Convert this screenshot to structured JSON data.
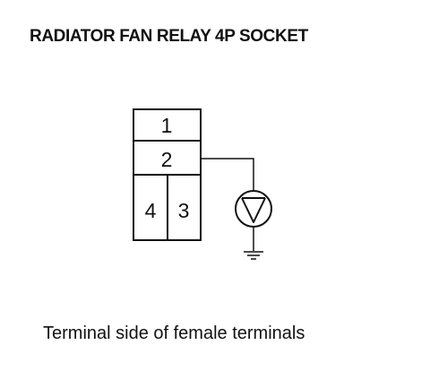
{
  "title": "RADIATOR FAN RELAY 4P SOCKET",
  "caption": "Terminal side of female terminals",
  "connector": {
    "terminals": [
      "1",
      "2",
      "4",
      "3"
    ]
  },
  "colors": {
    "ink": "#111111",
    "background": "#ffffff"
  },
  "icons": {
    "test_device": "test-light-icon",
    "ground": "ground-icon"
  }
}
